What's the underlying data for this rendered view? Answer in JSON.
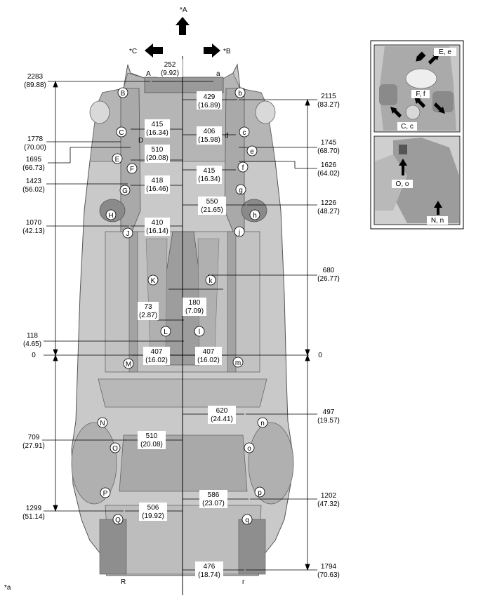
{
  "markers": {
    "front": "*A",
    "right": "*B",
    "left": "*C",
    "view": "*a"
  },
  "left_dims": [
    {
      "mm": "2283",
      "in": "(89.88)"
    },
    {
      "mm": "1778",
      "in": "(70.00)"
    },
    {
      "mm": "1695",
      "in": "(66.73)"
    },
    {
      "mm": "1423",
      "in": "(56.02)"
    },
    {
      "mm": "1070",
      "in": "(42.13)"
    },
    {
      "mm": "118",
      "in": "(4.65)"
    },
    {
      "mm": "0"
    },
    {
      "mm": "709",
      "in": "(27.91)"
    },
    {
      "mm": "1299",
      "in": "(51.14)"
    }
  ],
  "right_dims": [
    {
      "mm": "2115",
      "in": "(83.27)"
    },
    {
      "mm": "1745",
      "in": "(68.70)"
    },
    {
      "mm": "1626",
      "in": "(64.02)"
    },
    {
      "mm": "1226",
      "in": "(48.27)"
    },
    {
      "mm": "680",
      "in": "(26.77)"
    },
    {
      "mm": "0"
    },
    {
      "mm": "497",
      "in": "(19.57)"
    },
    {
      "mm": "1202",
      "in": "(47.32)"
    },
    {
      "mm": "1794",
      "in": "(70.63)"
    }
  ],
  "center_dims": [
    {
      "mm": "252",
      "in": "(9.92)"
    },
    {
      "mm": "429",
      "in": "(16.89)"
    },
    {
      "mm": "415",
      "in": "(16.34)"
    },
    {
      "mm": "510",
      "in": "(20.08)"
    },
    {
      "mm": "406",
      "in": "(15.98)"
    },
    {
      "mm": "415",
      "in": "(16.34)"
    },
    {
      "mm": "418",
      "in": "(16.46)"
    },
    {
      "mm": "550",
      "in": "(21.65)"
    },
    {
      "mm": "410",
      "in": "(16.14)"
    },
    {
      "mm": "180",
      "in": "(7.09)"
    },
    {
      "mm": "73",
      "in": "(2.87)"
    },
    {
      "mm": "407",
      "in": "(16.02)"
    },
    {
      "mm": "407",
      "in": "(16.02)"
    },
    {
      "mm": "620",
      "in": "(24.41)"
    },
    {
      "mm": "510",
      "in": "(20.08)"
    },
    {
      "mm": "586",
      "in": "(23.07)"
    },
    {
      "mm": "506",
      "in": "(19.92)"
    },
    {
      "mm": "476",
      "in": "(18.74)"
    }
  ],
  "points": [
    "A",
    "a",
    "B",
    "b",
    "C",
    "c",
    "D",
    "d",
    "E",
    "e",
    "F",
    "f",
    "G",
    "g",
    "H",
    "h",
    "J",
    "j",
    "K",
    "k",
    "L",
    "l",
    "M",
    "m",
    "N",
    "n",
    "O",
    "o",
    "P",
    "p",
    "Q",
    "q",
    "R",
    "r"
  ],
  "insets": {
    "top": {
      "labels": [
        "E, e",
        "F, f",
        "C, c"
      ]
    },
    "bottom": {
      "labels": [
        "O, o",
        "N, n"
      ]
    }
  }
}
